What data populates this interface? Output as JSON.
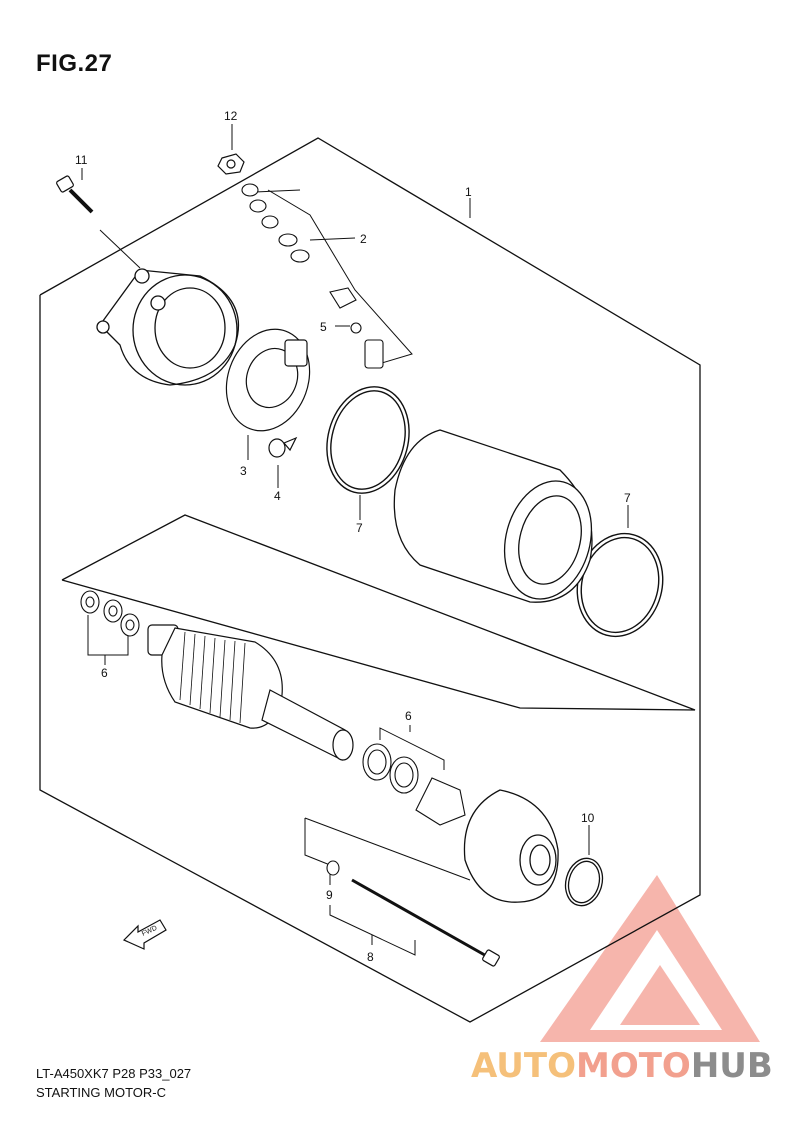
{
  "figure": {
    "title": "FIG.27",
    "footer_code": "LT-A450XK7 P28 P33_027",
    "footer_name": "STARTING MOTOR-C"
  },
  "callouts": [
    {
      "id": "1",
      "label": "1"
    },
    {
      "id": "2",
      "label": "2"
    },
    {
      "id": "3",
      "label": "3"
    },
    {
      "id": "4",
      "label": "4"
    },
    {
      "id": "5",
      "label": "5"
    },
    {
      "id": "6a",
      "label": "6"
    },
    {
      "id": "6b",
      "label": "6"
    },
    {
      "id": "7a",
      "label": "7"
    },
    {
      "id": "7b",
      "label": "7"
    },
    {
      "id": "8",
      "label": "8"
    },
    {
      "id": "9",
      "label": "9"
    },
    {
      "id": "10",
      "label": "10"
    },
    {
      "id": "11",
      "label": "11"
    },
    {
      "id": "12",
      "label": "12"
    }
  ],
  "fwd_arrow": {
    "label": "FWD"
  },
  "watermark": {
    "part1": "AUTO",
    "part2": "MOTO",
    "part3": "HUB",
    "color_part1": "#f5c07a",
    "color_part2": "#f2a08e",
    "color_part3": "#8c8c8c",
    "triangle_color": "#f07a6a"
  }
}
